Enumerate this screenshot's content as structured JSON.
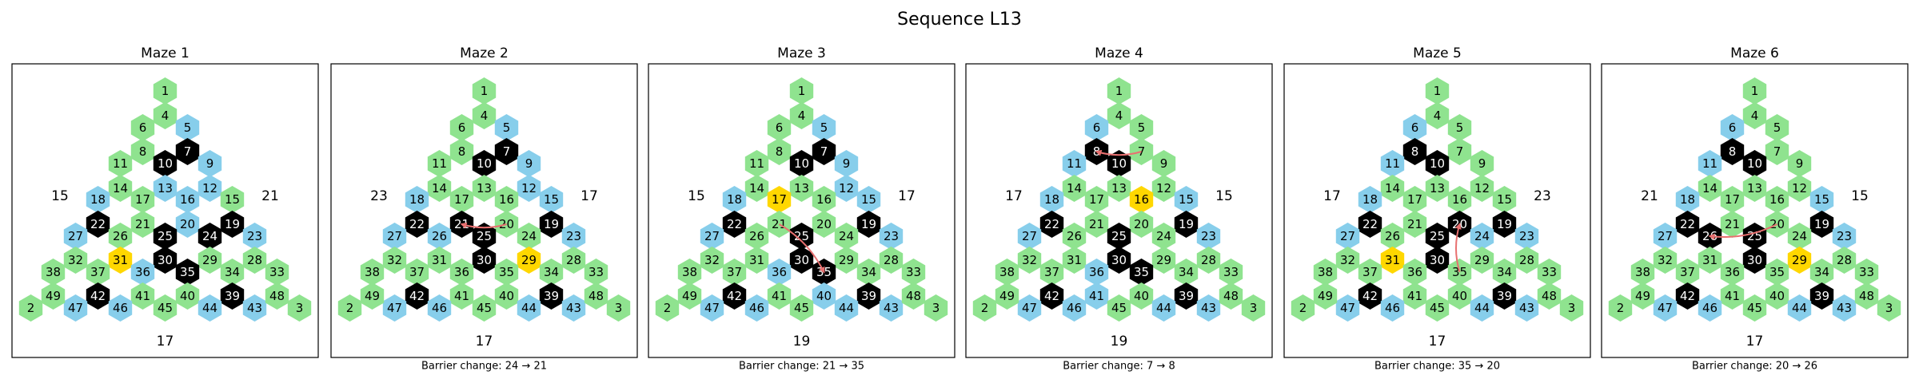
{
  "title": "Sequence L13",
  "colors": {
    "open": "#8fe38f",
    "blue": "#87ceeb",
    "barrier": "#000000",
    "goal": "#ffd700",
    "move_arrow": "#e87070",
    "panel_border": "#000000"
  },
  "numbers": [
    1,
    4,
    5,
    6,
    7,
    8,
    9,
    10,
    11,
    12,
    13,
    14,
    15,
    16,
    17,
    18,
    19,
    20,
    21,
    22,
    23,
    24,
    25,
    26,
    27,
    28,
    29,
    30,
    31,
    32,
    33,
    34,
    35,
    36,
    37,
    38,
    39,
    40,
    41,
    42,
    43,
    44,
    45,
    46,
    47,
    48,
    49,
    2,
    3
  ],
  "mazes": [
    {
      "title": "Maze 1",
      "left_value": "15",
      "right_value": "21",
      "bottom_value": "17",
      "change_caption": "",
      "blue": [
        5,
        9,
        12,
        13,
        16,
        18,
        20,
        23,
        27,
        36,
        43,
        44,
        46,
        47
      ],
      "black": [
        7,
        10,
        19,
        22,
        24,
        25,
        30,
        35,
        39,
        42
      ],
      "goal": [
        31
      ],
      "move": []
    },
    {
      "title": "Maze 2",
      "left_value": "23",
      "right_value": "17",
      "bottom_value": "17",
      "change_caption": "Barrier change: 24 → 21",
      "blue": [
        5,
        9,
        12,
        15,
        18,
        23,
        26,
        27,
        43,
        44,
        46,
        47
      ],
      "black": [
        7,
        10,
        19,
        21,
        22,
        25,
        30,
        39,
        42
      ],
      "goal": [
        29
      ],
      "move": [
        20,
        21
      ]
    },
    {
      "title": "Maze 3",
      "left_value": "15",
      "right_value": "17",
      "bottom_value": "19",
      "change_caption": "Barrier change: 21 → 35",
      "blue": [
        5,
        9,
        12,
        15,
        18,
        23,
        27,
        36,
        40,
        43,
        44,
        46,
        47
      ],
      "black": [
        7,
        10,
        19,
        22,
        25,
        30,
        35,
        39,
        42
      ],
      "goal": [
        17
      ],
      "move": [
        21,
        35
      ]
    },
    {
      "title": "Maze 4",
      "left_value": "17",
      "right_value": "15",
      "bottom_value": "19",
      "change_caption": "Barrier change: 7 → 8",
      "blue": [
        6,
        11,
        15,
        18,
        23,
        27,
        36,
        41,
        43,
        44,
        46,
        47
      ],
      "black": [
        8,
        10,
        19,
        22,
        25,
        30,
        35,
        39,
        42
      ],
      "goal": [
        16
      ],
      "move": [
        7,
        8
      ]
    },
    {
      "title": "Maze 5",
      "left_value": "17",
      "right_value": "23",
      "bottom_value": "17",
      "change_caption": "Barrier change: 35 → 20",
      "blue": [
        6,
        11,
        18,
        23,
        24,
        27,
        43,
        44,
        46,
        47
      ],
      "black": [
        8,
        10,
        19,
        20,
        22,
        25,
        30,
        39,
        42
      ],
      "goal": [
        31
      ],
      "move": [
        35,
        20
      ]
    },
    {
      "title": "Maze 6",
      "left_value": "21",
      "right_value": "15",
      "bottom_value": "17",
      "change_caption": "Barrier change: 20 → 26",
      "blue": [
        6,
        11,
        15,
        18,
        23,
        27,
        43,
        44,
        46,
        47
      ],
      "black": [
        8,
        10,
        19,
        22,
        25,
        26,
        30,
        39,
        42
      ],
      "goal": [
        29
      ],
      "move": [
        20,
        26
      ]
    }
  ]
}
